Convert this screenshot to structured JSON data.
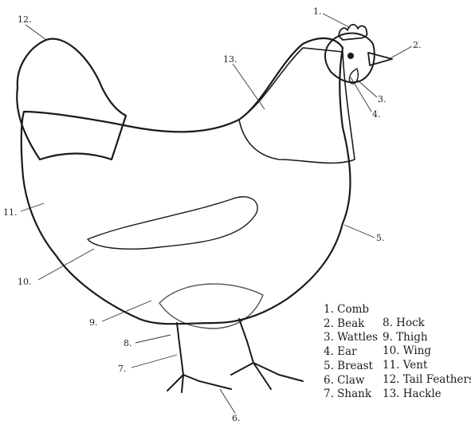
{
  "callouts": [
    {
      "n": "1."
    },
    {
      "n": "2."
    },
    {
      "n": "3."
    },
    {
      "n": "4."
    },
    {
      "n": "5."
    },
    {
      "n": "6."
    },
    {
      "n": "7."
    },
    {
      "n": "8."
    },
    {
      "n": "9."
    },
    {
      "n": "10."
    },
    {
      "n": "11."
    },
    {
      "n": "12."
    },
    {
      "n": "13."
    }
  ],
  "legend": {
    "left": [
      "1. Comb",
      "2. Beak",
      "3. Wattles",
      "4. Ear",
      "5. Breast",
      "6. Claw",
      "7. Shank"
    ],
    "right": [
      "8. Hock",
      "9. Thigh",
      "10. Wing",
      "11. Vent",
      "12. Tail Feathers",
      "13. Hackle"
    ]
  }
}
